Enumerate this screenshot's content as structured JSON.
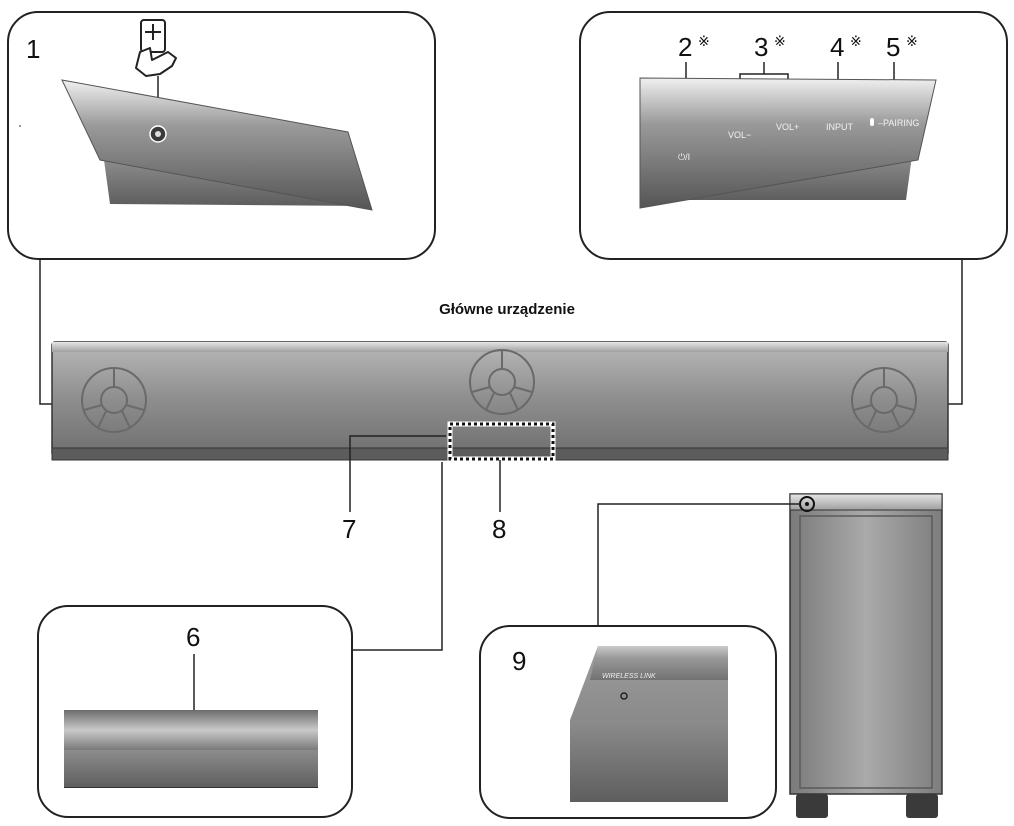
{
  "title": "Główne urządzenie",
  "callouts": {
    "c1": "1",
    "c2": "2",
    "c3": "3",
    "c4": "4",
    "c5": "5",
    "c6": "6",
    "c7": "7",
    "c8": "8",
    "c9": "9"
  },
  "asterisk": "※",
  "button_labels": {
    "power": "⏻/I",
    "vol_minus": "VOL−",
    "vol_plus": "VOL+",
    "input": "INPUT",
    "pairing": "–PAIRING"
  },
  "subwoofer_label": "WIRELESS LINK",
  "icons": [
    "touch-hand-icon",
    "remote-sensor-icon",
    "power-icon",
    "bluetooth-icon",
    "speaker-grille-icon"
  ]
}
